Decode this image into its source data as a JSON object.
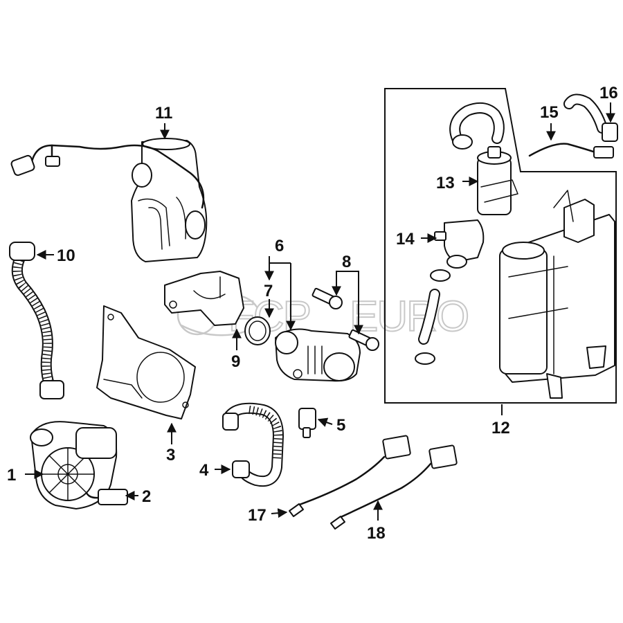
{
  "diagram": {
    "callouts": [
      {
        "id": "c1",
        "label": "1"
      },
      {
        "id": "c2",
        "label": "2"
      },
      {
        "id": "c3",
        "label": "3"
      },
      {
        "id": "c4",
        "label": "4"
      },
      {
        "id": "c5",
        "label": "5"
      },
      {
        "id": "c6",
        "label": "6"
      },
      {
        "id": "c7",
        "label": "7"
      },
      {
        "id": "c8",
        "label": "8"
      },
      {
        "id": "c9",
        "label": "9"
      },
      {
        "id": "c10",
        "label": "10"
      },
      {
        "id": "c11",
        "label": "11"
      },
      {
        "id": "c12",
        "label": "12"
      },
      {
        "id": "c13",
        "label": "13"
      },
      {
        "id": "c14",
        "label": "14"
      },
      {
        "id": "c15",
        "label": "15"
      },
      {
        "id": "c16",
        "label": "16"
      },
      {
        "id": "c17",
        "label": "17"
      },
      {
        "id": "c18",
        "label": "18"
      }
    ],
    "watermark": {
      "logo": "fcp-euro-logo",
      "text": "EURO",
      "color": "#c8c8c8"
    },
    "colors": {
      "line": "#111111",
      "background": "#ffffff"
    }
  }
}
